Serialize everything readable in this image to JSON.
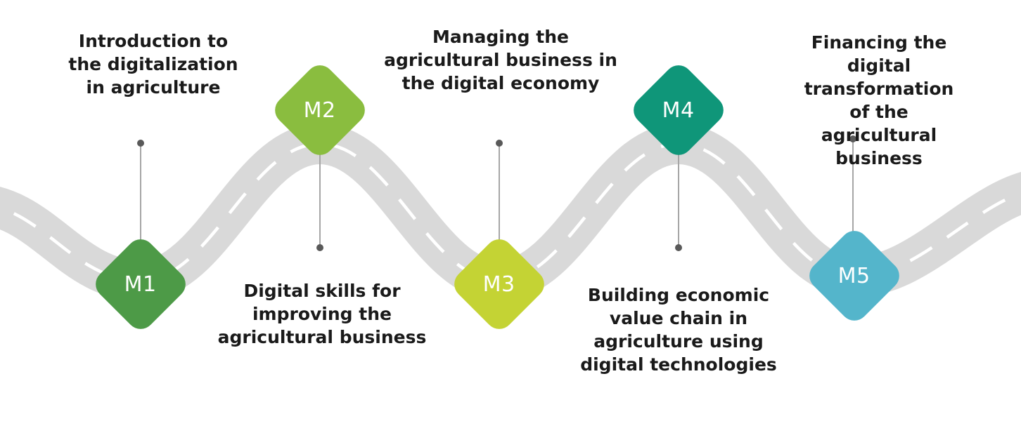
{
  "diagram": {
    "name": "digital-agriculture-course-roadmap",
    "road_color": "#d9d9d9",
    "road_dash_color": "#ffffff",
    "connector_color": "#a6a6a6",
    "dot_color": "#595959",
    "text_color": "#1a1a1a",
    "modules": [
      {
        "id": "M1",
        "label": "M1",
        "color": "#4d9a47",
        "title": "Introduction to\nthe digitalization\nin agriculture",
        "text_position": "above"
      },
      {
        "id": "M2",
        "label": "M2",
        "color": "#8abd3f",
        "title": "Digital skills for\nimproving the\nagricultural business",
        "text_position": "below"
      },
      {
        "id": "M3",
        "label": "M3",
        "color": "#c4d334",
        "title": "Managing the\nagricultural business in\nthe digital economy",
        "text_position": "above"
      },
      {
        "id": "M4",
        "label": "M4",
        "color": "#0f9679",
        "title": "Building economic\nvalue chain in\nagriculture using\ndigital technologies",
        "text_position": "below"
      },
      {
        "id": "M5",
        "label": "M5",
        "color": "#54b5cb",
        "title": "Financing the digital\ntransformation of the\nagricultural business",
        "text_position": "above"
      }
    ]
  }
}
